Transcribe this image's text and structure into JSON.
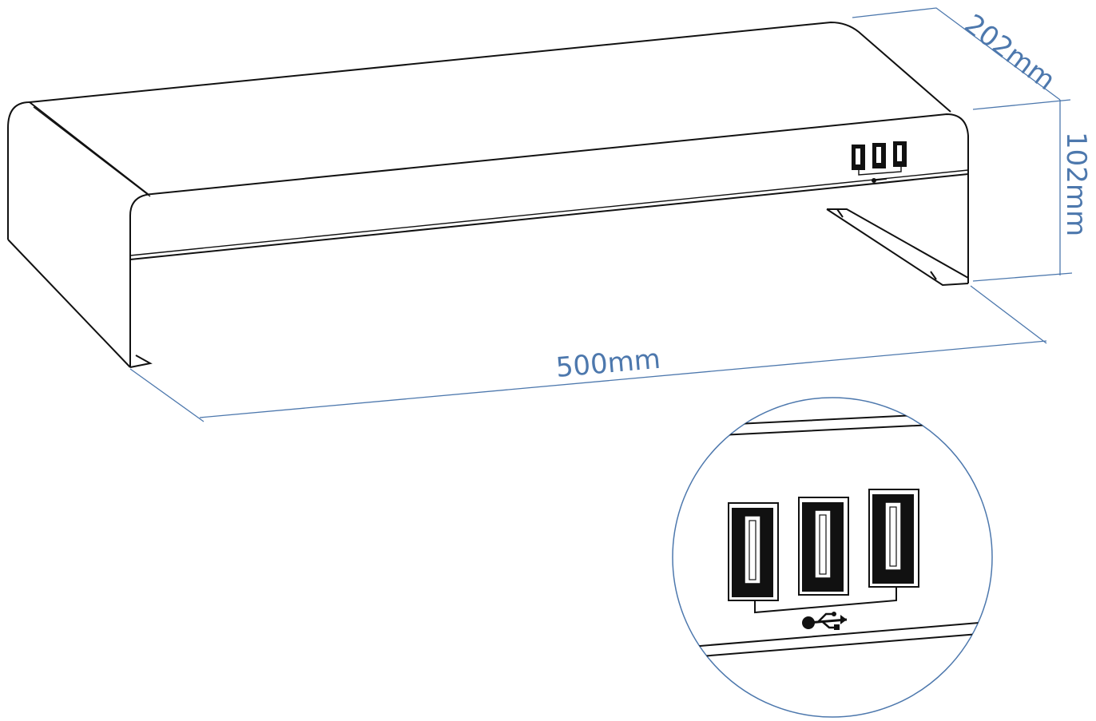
{
  "dimensions": {
    "width": "500mm",
    "depth": "202mm",
    "height": "102mm"
  },
  "colors": {
    "dimension": "#4d78ad",
    "line": "#111111"
  },
  "detail": {
    "usb_port_count": 3,
    "icon": "usb-icon"
  }
}
